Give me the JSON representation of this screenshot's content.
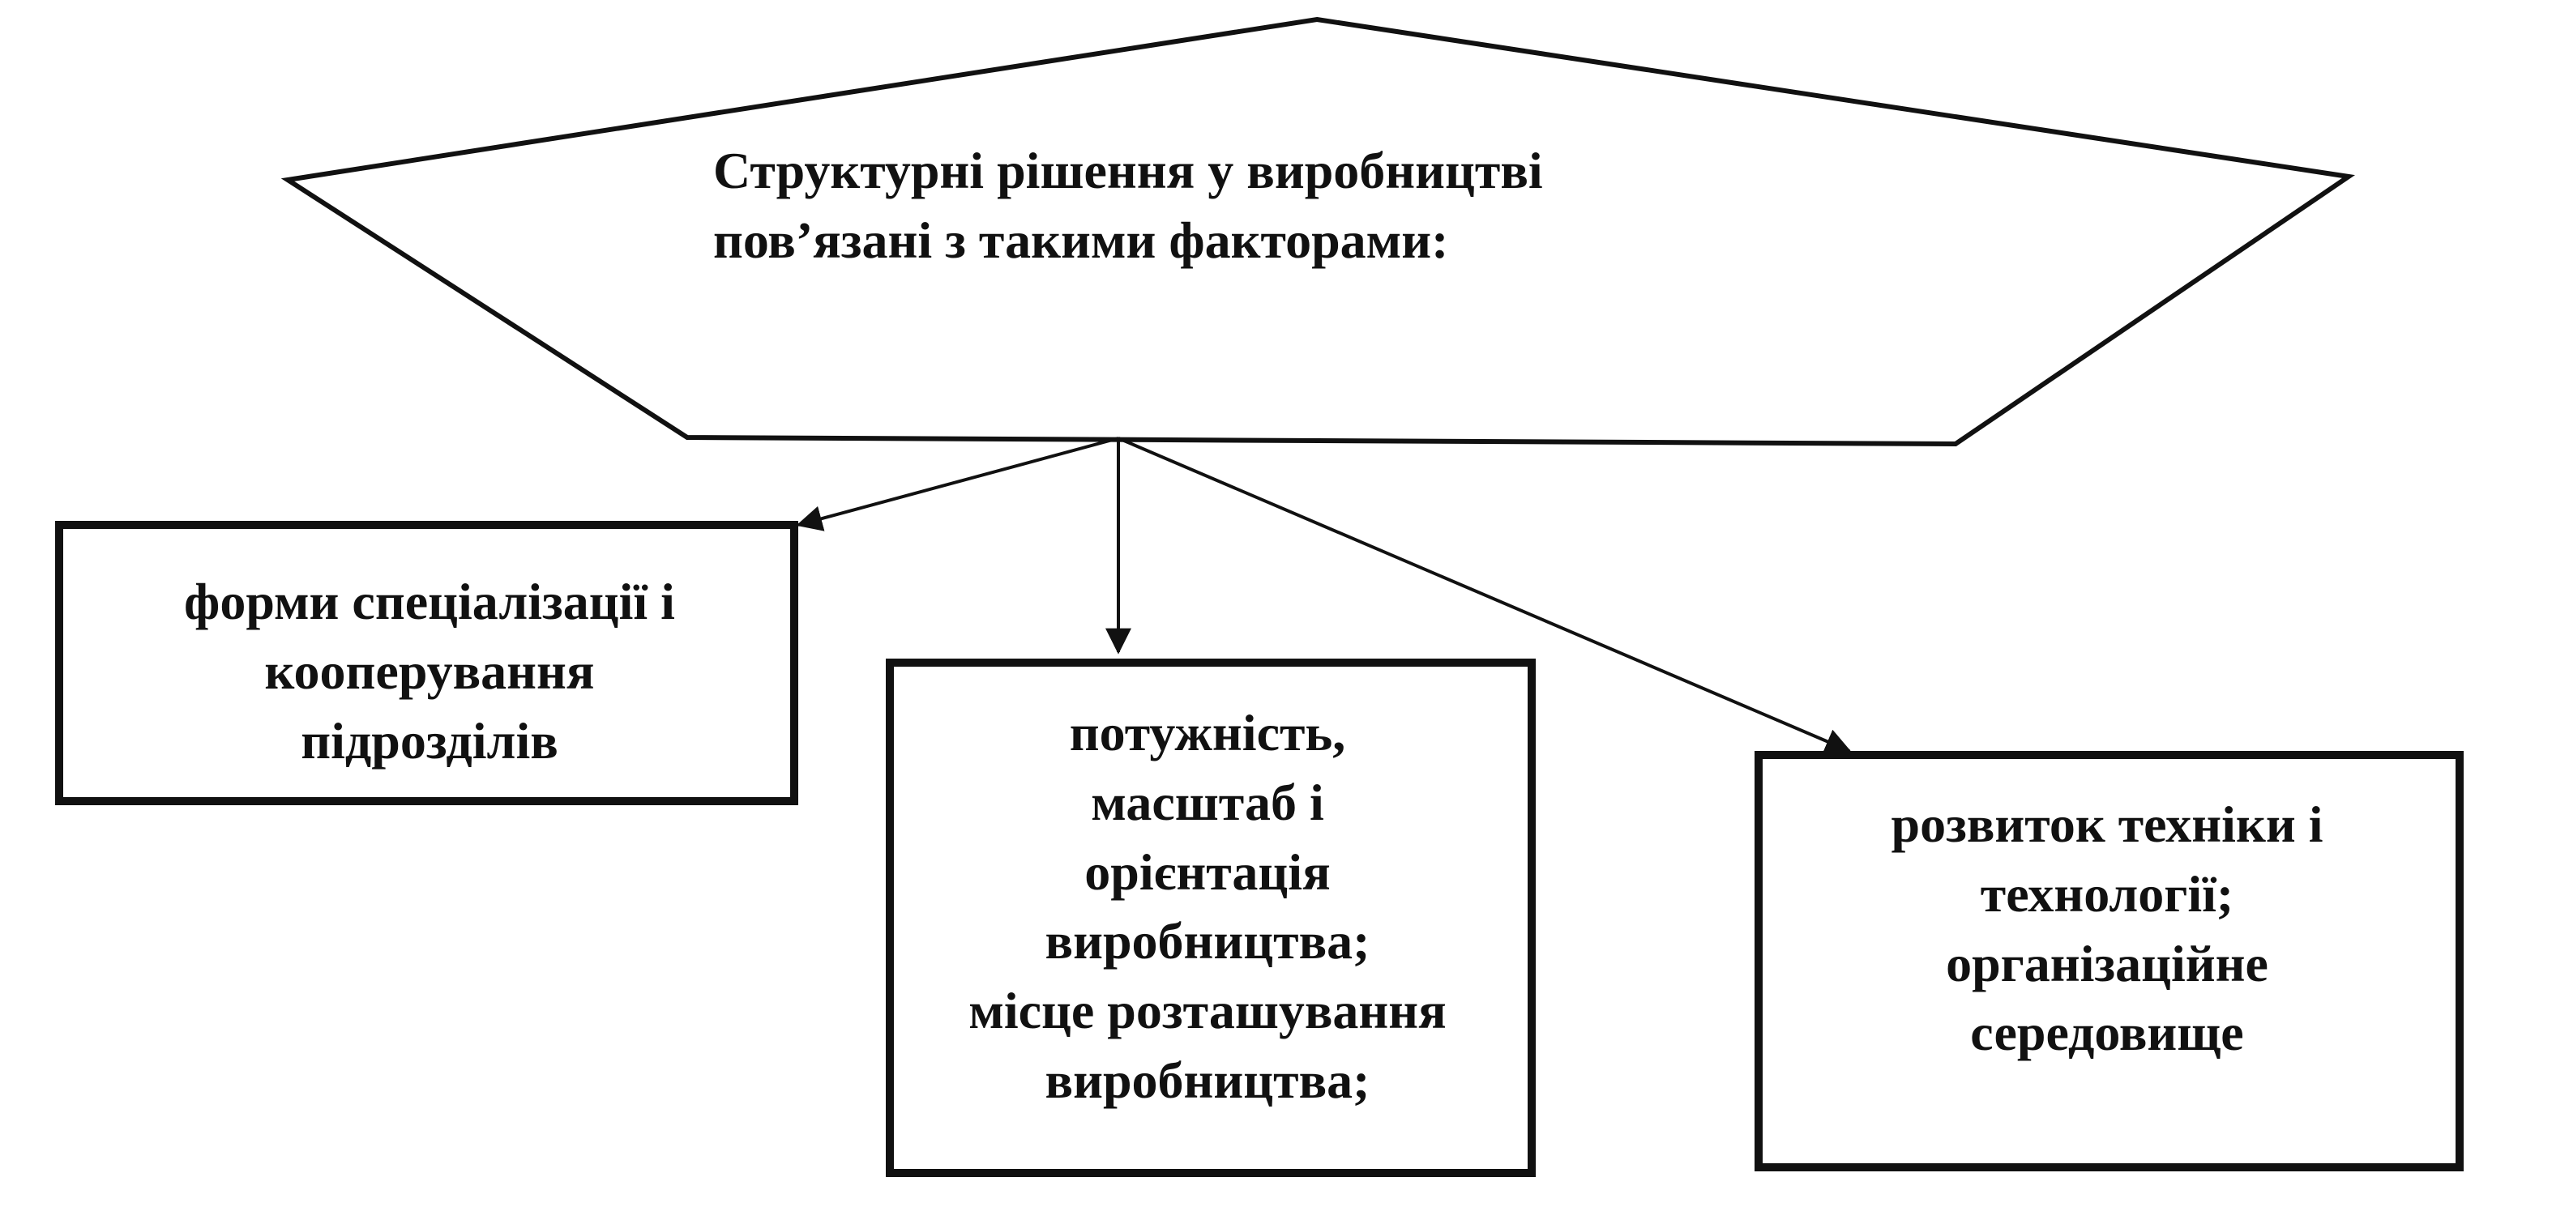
{
  "diagram": {
    "title_shape_text": "Структурні рішення у виробництві\nпов’язані з такими факторами:",
    "boxes": [
      {
        "text": "форми спеціалізації і\nкооперування\nпідрозділів"
      },
      {
        "text": "потужність,\nмасштаб і\nорієнтація\nвиробництва;\nмісце розташування\nвиробництва;"
      },
      {
        "text": "розвиток техніки і\nтехнології;\nорганізаційне\nсередовище"
      }
    ],
    "colors": {
      "stroke": "#111111",
      "background": "#ffffff"
    }
  }
}
